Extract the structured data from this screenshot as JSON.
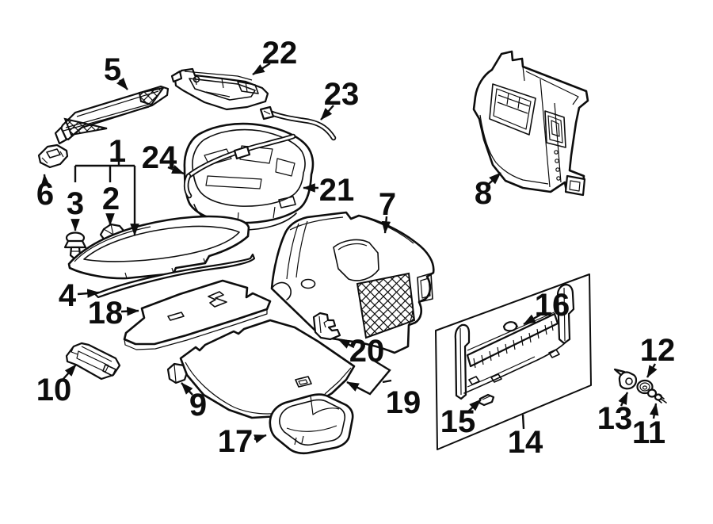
{
  "diagram": {
    "background_color": "#ffffff",
    "line_color": "#0d0d0d",
    "callouts": [
      "1",
      "2",
      "3",
      "4",
      "5",
      "6",
      "7",
      "8",
      "9",
      "10",
      "11",
      "12",
      "13",
      "14",
      "15",
      "16",
      "17",
      "18",
      "19",
      "20",
      "21",
      "22",
      "23",
      "24"
    ]
  }
}
